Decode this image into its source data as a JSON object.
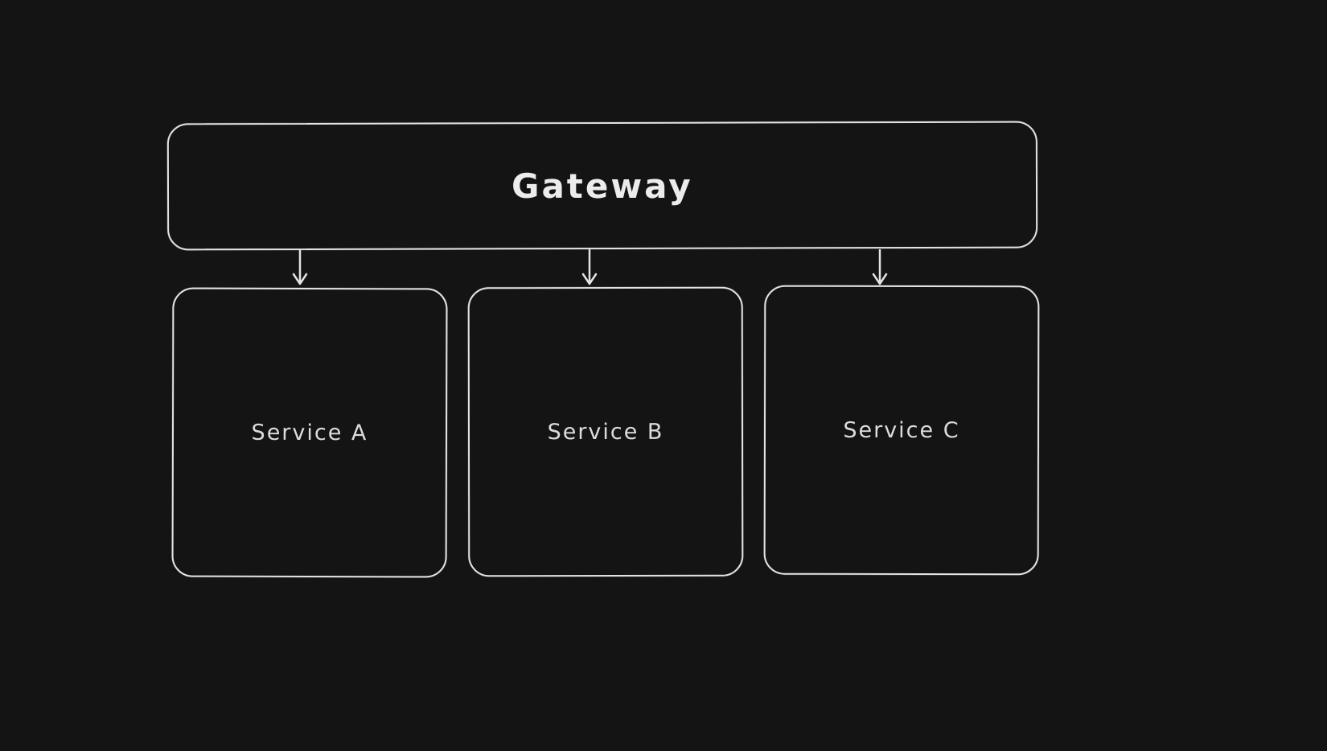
{
  "diagram": {
    "title": "gateway-services-architecture",
    "colors": {
      "background": "#141414",
      "stroke": "#e3e3e3",
      "gateway_text": "#ececec",
      "service_text": "#dcdcdc"
    },
    "gateway": {
      "label": "Gateway"
    },
    "services": [
      {
        "label": "Service A"
      },
      {
        "label": "Service B"
      },
      {
        "label": "Service C"
      }
    ],
    "connections": [
      {
        "from": "Gateway",
        "to": "Service A",
        "type": "arrow-down"
      },
      {
        "from": "Gateway",
        "to": "Service B",
        "type": "arrow-down"
      },
      {
        "from": "Gateway",
        "to": "Service C",
        "type": "arrow-down"
      }
    ]
  }
}
